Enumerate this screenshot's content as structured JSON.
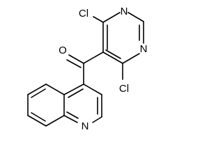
{
  "molecule": {
    "atoms": {
      "cl_top": "Cl",
      "cl_bottom": "Cl",
      "n_pyrimidine_1": "N",
      "n_pyrimidine_3": "N",
      "o_carbonyl": "O",
      "n_quinoline": "N"
    }
  }
}
